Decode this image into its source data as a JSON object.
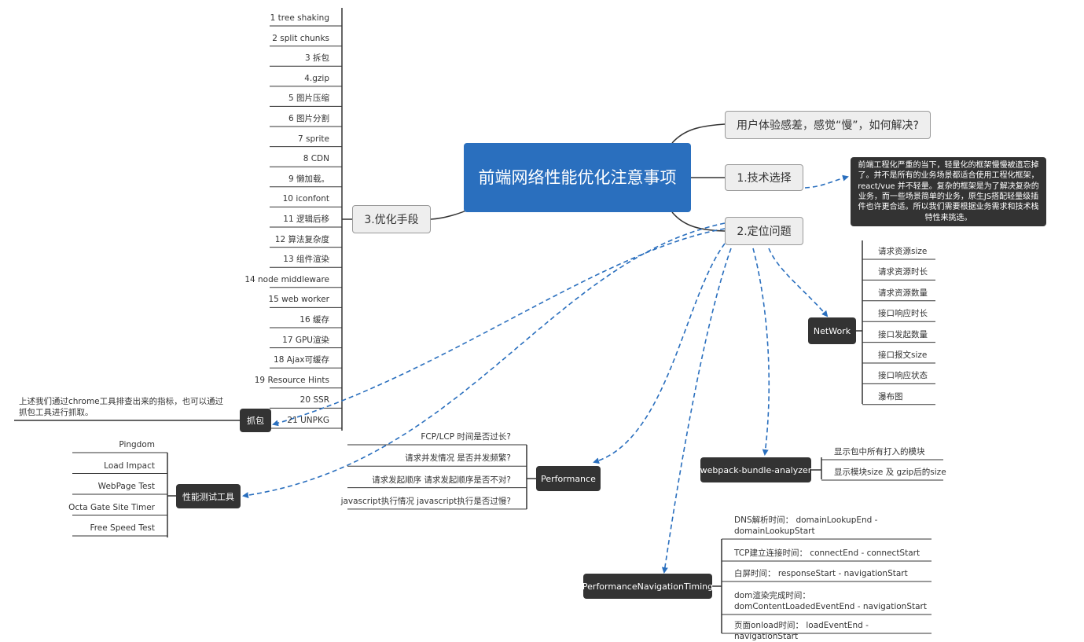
{
  "root": {
    "title": "前端网络性能优化注意事项"
  },
  "branches": {
    "ux_problem": "用户体验感差，感觉“慢”，如何解决?",
    "tech_select": "1.技术选择",
    "locate": "2.定位问题",
    "optimize": "3.优化手段"
  },
  "tech_note": "前端工程化严重的当下，轻量化的框架慢慢被遗忘掉了。并不是所有的业务场景都适合使用工程化框架，react/vue 并不轻量。复杂的框架是为了解决复杂的业务，而一些场景简单的业务，原生JS搭配轻量级插件也许更合适。所以我们需要根据业务需求和技术栈特性来挑选。",
  "optimize_items": [
    "1 tree shaking",
    "2 split chunks",
    "3 拆包",
    "4.gzip",
    "5 图片压缩",
    "6 图片分割",
    "7 sprite",
    "8 CDN",
    "9 懒加载。",
    "10 iconfont",
    "11 逻辑后移",
    "12 算法复杂度",
    "13 组件渲染",
    "14 node middleware",
    "15 web worker",
    "16 缓存",
    "17 GPU渲染",
    "18 Ajax可缓存",
    "19 Resource Hints",
    "20 SSR",
    "21 UNPKG"
  ],
  "network": {
    "label": "NetWork",
    "items": [
      "请求资源size",
      "请求资源时长",
      "请求资源数量",
      "接口响应时长",
      "接口发起数量",
      "接口报文size",
      "接口响应状态",
      "瀑布图"
    ]
  },
  "capture": {
    "label": "抓包",
    "note": "上述我们通过chrome工具排查出来的指标，也可以通过抓包工具进行抓取。"
  },
  "perf_tools": {
    "label": "性能测试工具",
    "items": [
      "Pingdom",
      "Load Impact",
      "WebPage Test",
      "Octa Gate Site Timer",
      "Free Speed Test"
    ]
  },
  "performance": {
    "label": "Performance",
    "items": [
      "FCP/LCP 时间是否过长?",
      "请求并发情况 是否并发频繁?",
      "请求发起顺序 请求发起顺序是否不对?",
      "javascript执行情况 javascript执行是否过慢?"
    ]
  },
  "wba": {
    "label": "webpack-bundle-analyzer",
    "items": [
      "显示包中所有打入的模块",
      "显示模块size 及 gzip后的size"
    ]
  },
  "pnt": {
    "label": "PerformanceNavigationTiming",
    "items": [
      "DNS解析时间： domainLookupEnd - domainLookupStart",
      "TCP建立连接时间： connectEnd - connectStart",
      "白屏时间： responseStart - navigationStart",
      "dom渲染完成时间： domContentLoadedEventEnd - navigationStart",
      "页面onload时间： loadEventEnd - navigationStart"
    ]
  },
  "colors": {
    "root": "#2a6fbe",
    "dark": "#333333",
    "dash": "#2a6fbe"
  }
}
